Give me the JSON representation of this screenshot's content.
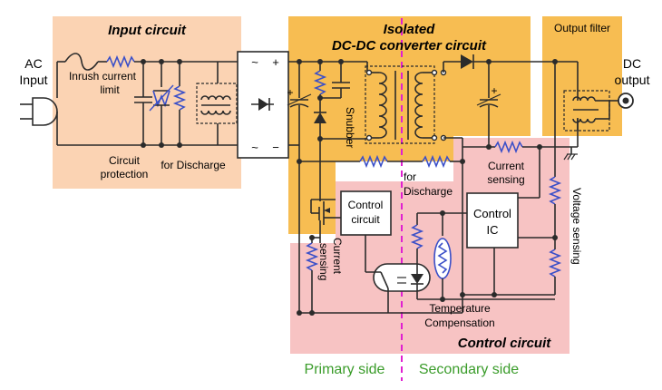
{
  "blocks": {
    "input_circuit": "Input circuit",
    "dcdc_line1": "Isolated",
    "dcdc_line2": "DC-DC converter circuit",
    "output_filter": "Output filter",
    "control_circuit": "Control circuit"
  },
  "labels": {
    "ac_input_1": "AC",
    "ac_input_2": "Input",
    "inrush_1": "Inrush current",
    "inrush_2": "limit",
    "circuit_protection_1": "Circuit",
    "circuit_protection_2": "protection",
    "for_discharge_input": "for Discharge",
    "snubber": "Snubber",
    "for_discharge_dcdc_1": "for",
    "for_discharge_dcdc_2": "Discharge",
    "control_circuit_box_1": "Control",
    "control_circuit_box_2": "circuit",
    "current_sensing_primary_1": "Current",
    "current_sensing_primary_2": "sensing",
    "control_ic_1": "Control",
    "control_ic_2": "IC",
    "current_sensing_secondary_1": "Current",
    "current_sensing_secondary_2": "sensing",
    "voltage_sensing": "Voltage sensing",
    "temperature_1": "Temperature",
    "temperature_2": "Compensation",
    "dc_output_1": "DC",
    "dc_output_2": "output",
    "primary_side": "Primary side",
    "secondary_side": "Secondary side",
    "plus_1": "+",
    "plus_2": "+",
    "plus_3": "+",
    "tilde_1": "~",
    "tilde_2": "~",
    "minus": "−"
  },
  "colors": {
    "input_bg": "#fbd3b3",
    "dcdc_bg": "#f7bd52",
    "output_bg": "#f7bd52",
    "control_bg": "#f7c3c3",
    "primary_label": "#3a9c2a",
    "secondary_label": "#3a9c2a",
    "isolation_line": "#e020d0",
    "resistor": "#3a4fc8"
  }
}
